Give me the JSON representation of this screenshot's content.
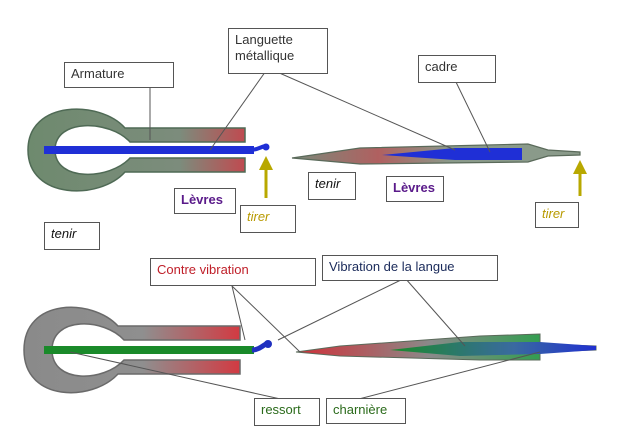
{
  "labels": {
    "languette": "Languette\nmétallique",
    "armature": "Armature",
    "cadre": "cadre",
    "tenir_top": "tenir",
    "levres_left": "Lèvres",
    "tirer_left": "tirer",
    "tenir_left": "tenir",
    "levres_right": "Lèvres",
    "tirer_right": "tirer",
    "contre_vibration": "Contre vibration",
    "vibration_langue": "Vibration de la langue",
    "ressort": "ressort",
    "charniere": "charnière"
  },
  "colors": {
    "frame": "#6e8a6e",
    "frame_dark": "#4f6a55",
    "gray_frame": "#8a8a8a",
    "gray_dark": "#6a6a6a",
    "tongue_blue": "#1f2fd6",
    "tongue_green": "#1a8a2a",
    "red": "#c8313a",
    "arrow": "#b8a800",
    "levres_text": "#5a1a8a",
    "tirer_text": "#b89a00",
    "contre_text": "#c0202a",
    "vibration_text": "#1a2a5a",
    "ressort_text": "#2a6a1a",
    "charniere_text": "#2a6a1a",
    "line": "#555555"
  }
}
